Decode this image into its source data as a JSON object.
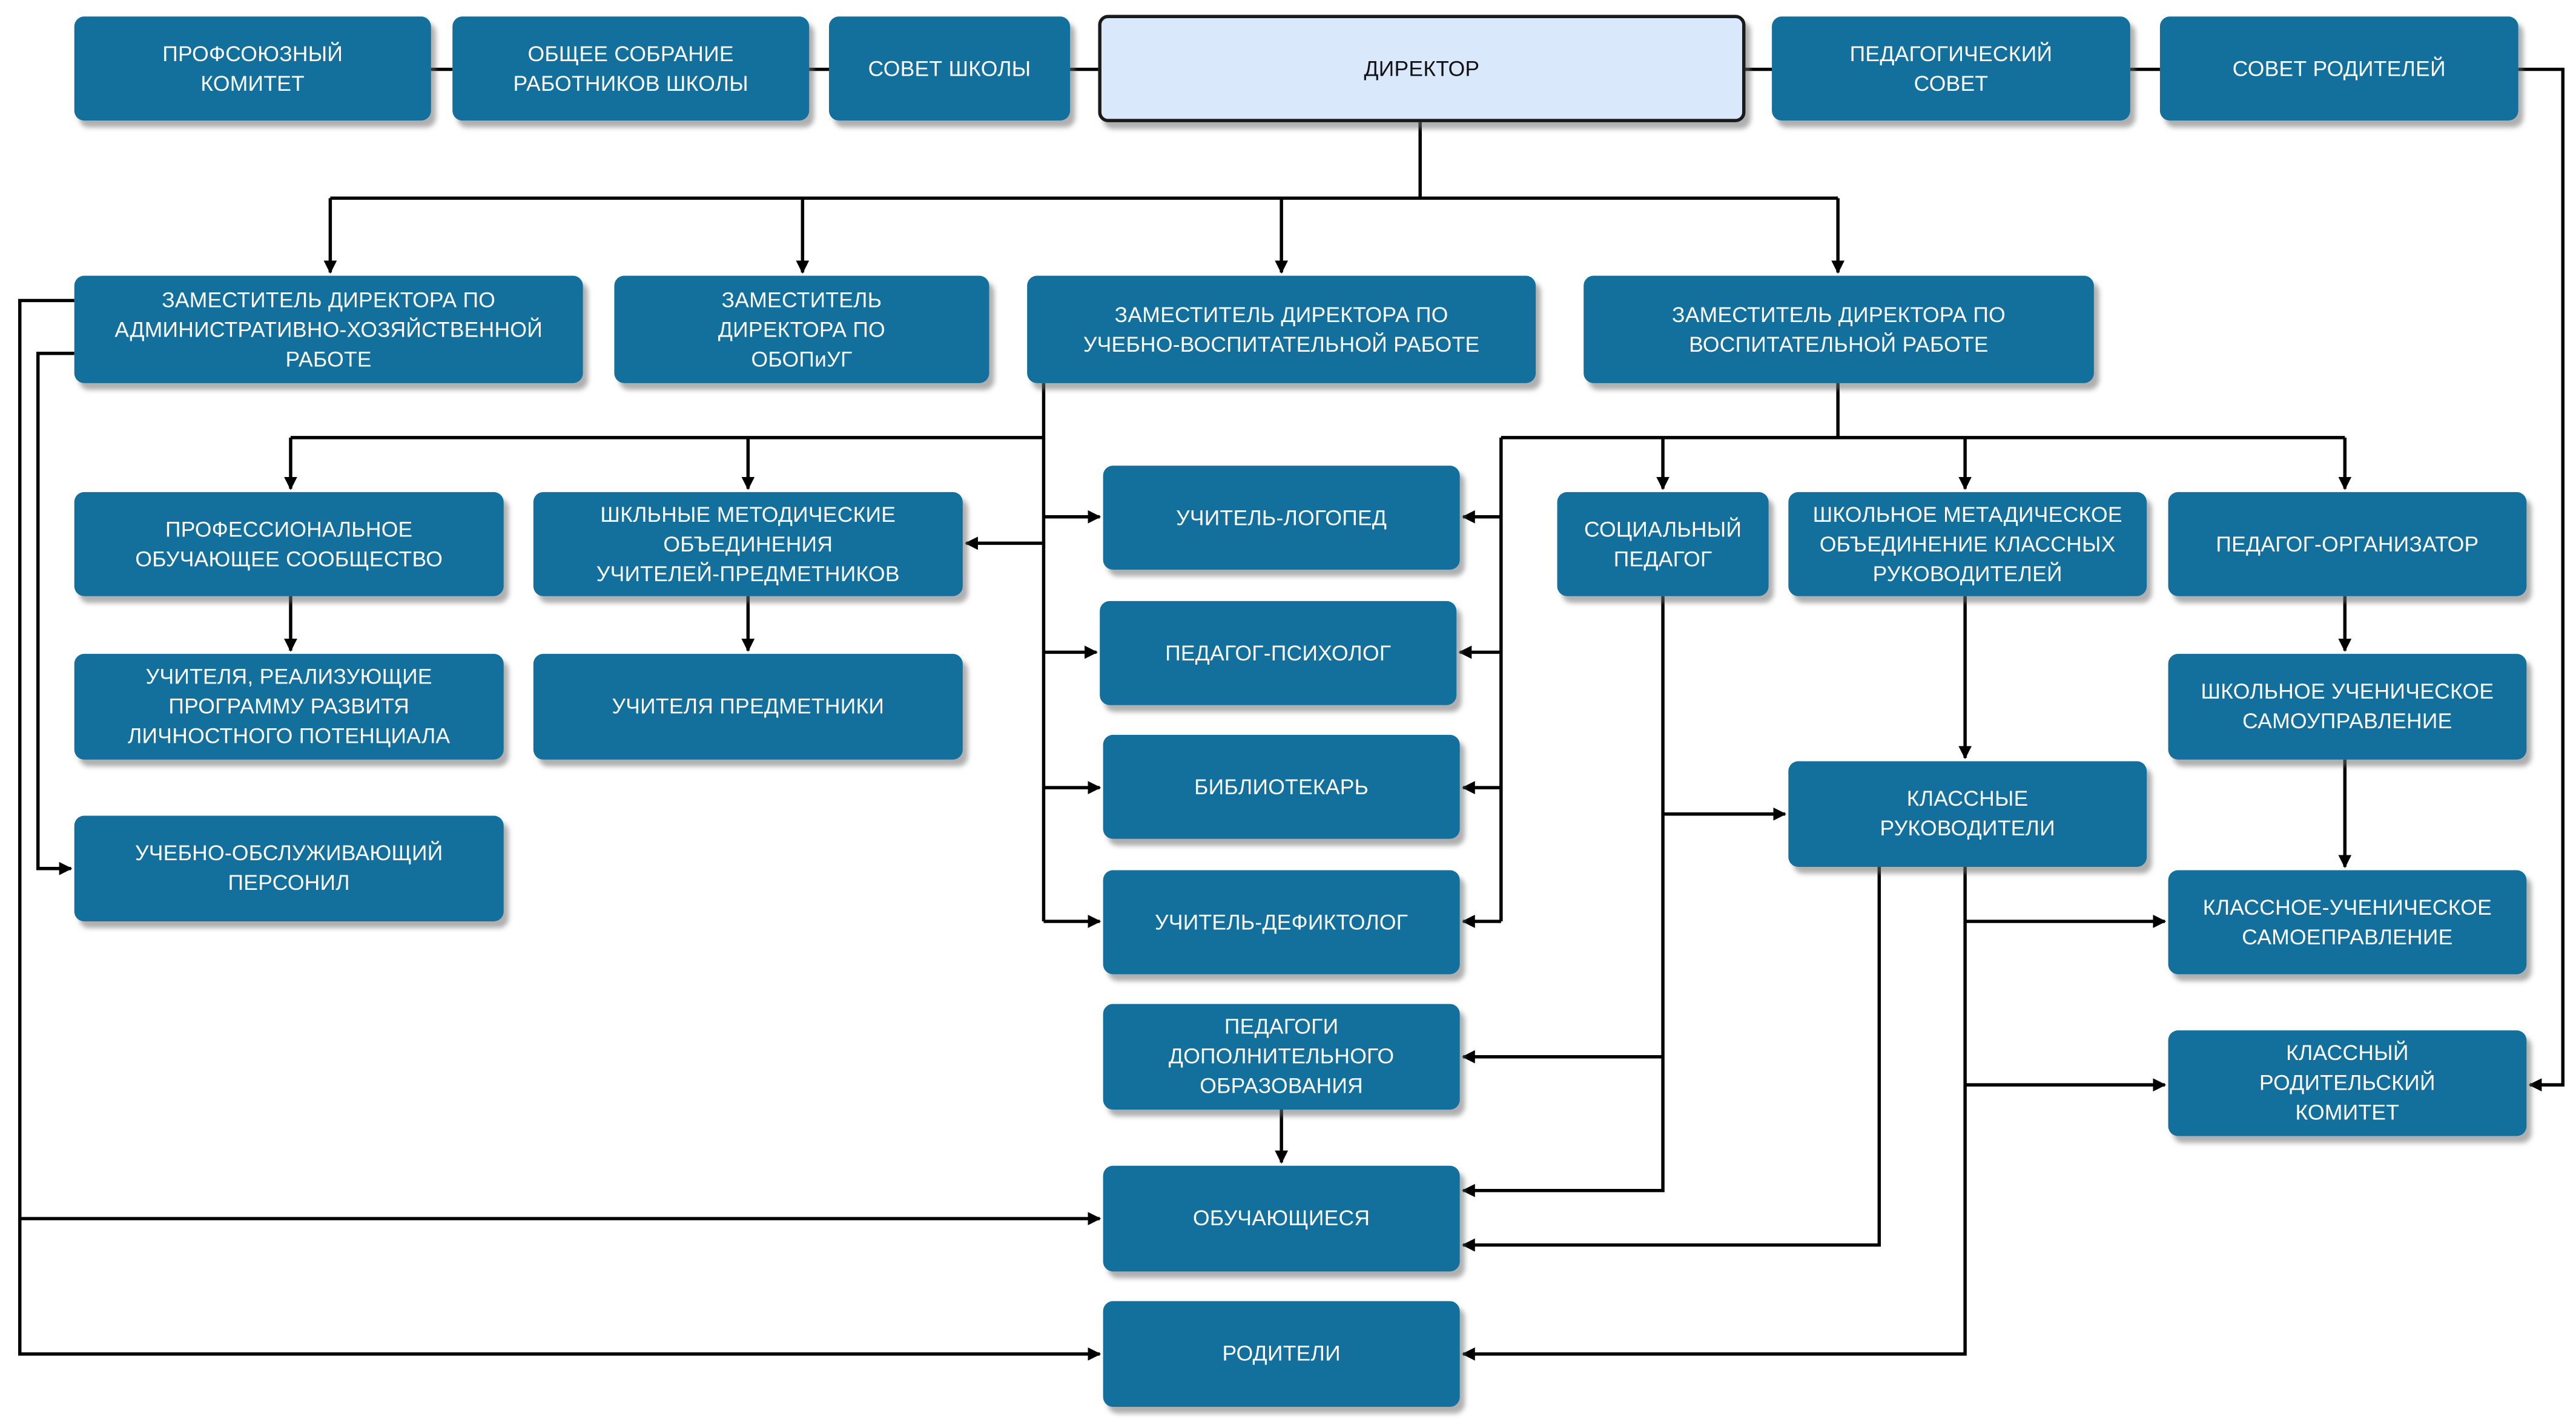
{
  "nodes": {
    "profkom": "ПРОФСОЮЗНЫЙ\nКОМИТЕТ",
    "sobranie": "ОБЩЕЕ СОБРАНИЕ\nРАБОТНИКОВ ШКОЛЫ",
    "sovet_shkoly": "СОВЕТ ШКОЛЫ",
    "director": "ДИРЕКТОР",
    "ped_sovet": "ПЕДАГОГИЧЕСКИЙ\nСОВЕТ",
    "sovet_roditeley": "СОВЕТ РОДИТЕЛЕЙ",
    "zam_ahr": "ЗАМЕСТИТЕЛЬ ДИРЕКТОРА ПО\nАДМИНИСТРАТИВНО-ХОЗЯЙСТВЕННОЙ\nРАБОТЕ",
    "zam_obopiug": "ЗАМЕСТИТЕЛЬ\nДИРЕКТОРА ПО\nОБОПиУГ",
    "zam_uvr": "ЗАМЕСТИТЕЛЬ ДИРЕКТОРА ПО\nУЧЕБНО-ВОСПИТАТЕЛЬНОЙ РАБОТЕ",
    "zam_vr": "ЗАМЕСТИТЕЛЬ ДИРЕКТОРА ПО\nВОСПИТАТЕЛЬНОЙ РАБОТЕ",
    "prof_soobshestvo": "ПРОФЕССИОНАЛЬНОЕ\nОБУЧАЮЩЕЕ СООБЩЕСТВО",
    "metod_obied": "ШКЛЬНЫЕ МЕТОДИЧЕСКИЕ\nОБЪЕДИНЕНИЯ\nУЧИТЕЛЕЙ-ПРЕДМЕТНИКОВ",
    "logoped": "УЧИТЕЛЬ-ЛОГОПЕД",
    "psiholog": "ПЕДАГОГ-ПСИХОЛОГ",
    "bibliotekar": "БИБЛИОТЕКАРЬ",
    "defektolog": "УЧИТЕЛЬ-ДЕФИКТОЛОГ",
    "dop_obr": "ПЕДАГОГИ\nДОПОЛНИТЕЛЬНОГО\nОБРАЗОВАНИЯ",
    "obuchayushiesya": "ОБУЧАЮЩИЕСЯ",
    "roditeli": "РОДИТЕЛИ",
    "uchitelya_potencial": "УЧИТЕЛЯ, РЕАЛИЗУЮЩИЕ\nПРОГРАММУ РАЗВИТЯ\nЛИЧНОСТНОГО ПОТЕНЦИАЛА",
    "uchitelya_predmetniki": "УЧИТЕЛЯ ПРЕДМЕТНИКИ",
    "obsluzh_personal": "УЧЕБНО-ОБСЛУЖИВАЮЩИЙ\nПЕРСОНИЛ",
    "soc_pedagog": "СОЦИАЛЬНЫЙ\nПЕДАГОГ",
    "metod_klass_ruk": "ШКОЛЬНОЕ МЕТАДИЧЕСКОЕ\nОБЪЕДИНЕНИЕ КЛАССНЫХ\nРУКОВОДИТЕЛЕЙ",
    "ped_organizator": "ПЕДАГОГ-ОРГАНИЗАТОР",
    "klass_ruk": "КЛАССНЫЕ\nРУКОВОДИТЕЛИ",
    "shk_samoupr": "ШКОЛЬНОЕ УЧЕНИЧЕСКОЕ\nСАМОУПРАВЛЕНИЕ",
    "klass_samoupr": "КЛАССНОЕ-УЧЕНИЧЕСКОЕ\nСАМОЕПРАВЛЕНИЕ",
    "klass_rod_komitet": "КЛАССНЫЙ\nРОДИТЕЛЬСКИЙ\nКОМИТЕТ"
  },
  "colors": {
    "node_fill": "#13709c",
    "node_text": "#ffffff",
    "root_fill": "#dae8fb",
    "root_border": "#1a1a1a",
    "connector": "#000000"
  }
}
